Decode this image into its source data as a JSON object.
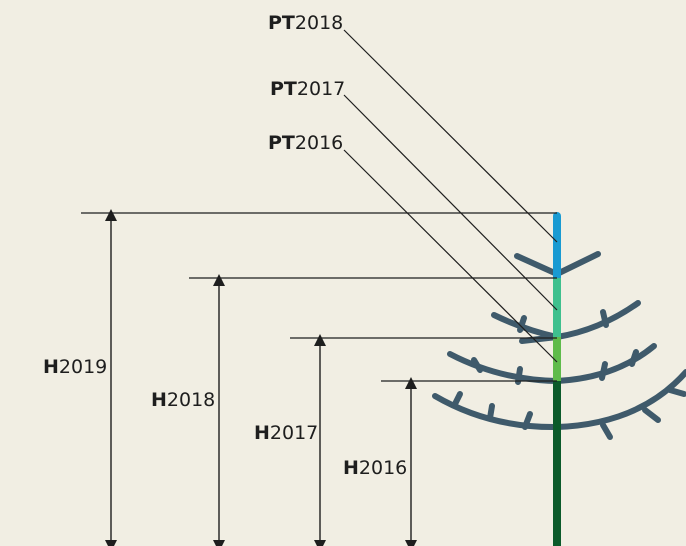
{
  "leader_labels": [
    {
      "prefix": "PT",
      "year": "2018"
    },
    {
      "prefix": "PT",
      "year": "2017"
    },
    {
      "prefix": "PT",
      "year": "2016"
    }
  ],
  "height_labels": [
    {
      "prefix": "H",
      "year": "2019"
    },
    {
      "prefix": "H",
      "year": "2018"
    },
    {
      "prefix": "H",
      "year": "2017"
    },
    {
      "prefix": "H",
      "year": "2016"
    }
  ],
  "colors": {
    "background": "#f1eee3",
    "branch": "#3f5a6b",
    "trunk_base": "#0b5a2a",
    "growth_2016": "#5fbb4a",
    "growth_2017": "#3fc08e",
    "growth_2018": "#32b3a2",
    "growth_2019": "#199ad2",
    "line": "#1e1e1e"
  }
}
